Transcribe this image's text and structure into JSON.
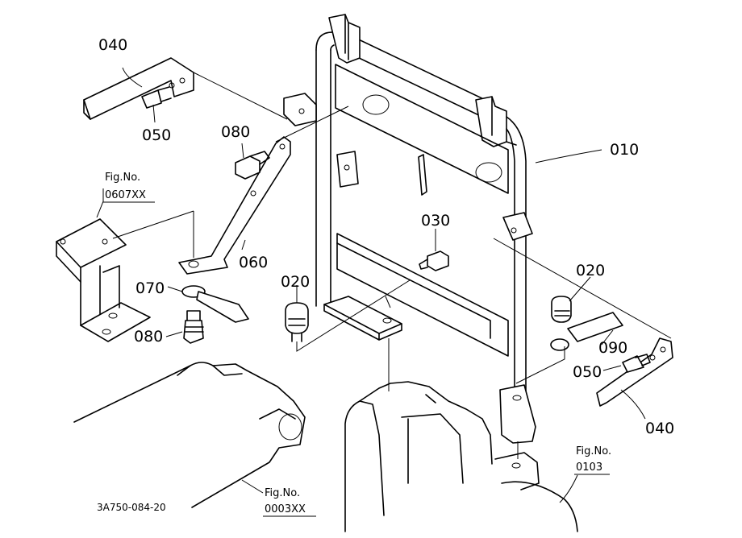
{
  "callouts": {
    "p010": "010",
    "p020_left": "020",
    "p020_right": "020",
    "p030": "030",
    "p040_top": "040",
    "p040_bottom": "040",
    "p050_top": "050",
    "p050_bottom": "050",
    "p060": "060",
    "p070": "070",
    "p080_top": "080",
    "p080_bottom": "080",
    "p090": "090"
  },
  "figure_refs": {
    "ref_0607": {
      "label": "Fig.No.",
      "number": "0607XX"
    },
    "ref_0103": {
      "label": "Fig.No.",
      "number": "0103"
    },
    "ref_0003": {
      "label": "Fig.No.",
      "number": "0003XX"
    }
  },
  "drawing_code": "3A750-084-20"
}
